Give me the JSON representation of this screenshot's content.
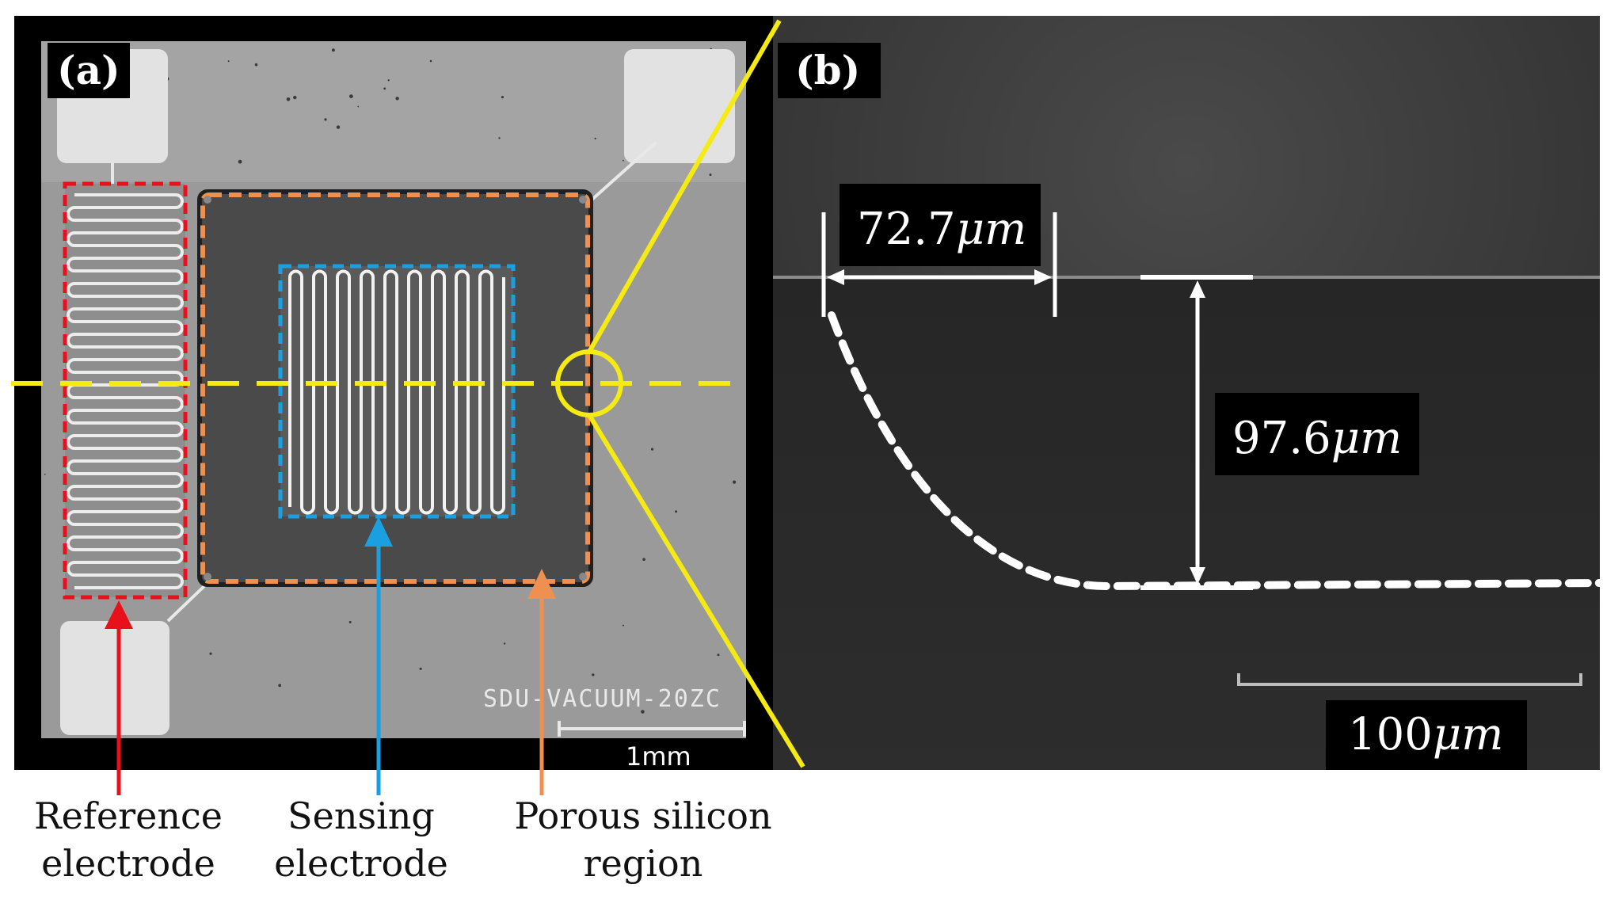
{
  "panels": {
    "a": {
      "tag": "(a)"
    },
    "b": {
      "tag": "(b)"
    }
  },
  "chip": {
    "watermark": "SDU-VACUUM-20ZC",
    "scale_bar_label": "1mm"
  },
  "measurements": {
    "width": {
      "value": "72.7",
      "unit": "μm"
    },
    "depth": {
      "value": "97.6",
      "unit": "μm"
    },
    "scale": {
      "value": "100",
      "unit": "μm"
    }
  },
  "labels": {
    "reference": {
      "line1": "Reference",
      "line2": "electrode",
      "color": "#e8101a"
    },
    "sensing": {
      "line1": "Sensing",
      "line2": "electrode",
      "color": "#1aa0e0"
    },
    "porous": {
      "line1": "Porous silicon",
      "line2": "region",
      "color": "#f09050"
    }
  },
  "colors": {
    "highlight_yellow": "#f5ea14",
    "reference_dash": "#e8101a",
    "sensing_dash": "#1aa0e0",
    "porous_dash": "#f09050"
  }
}
